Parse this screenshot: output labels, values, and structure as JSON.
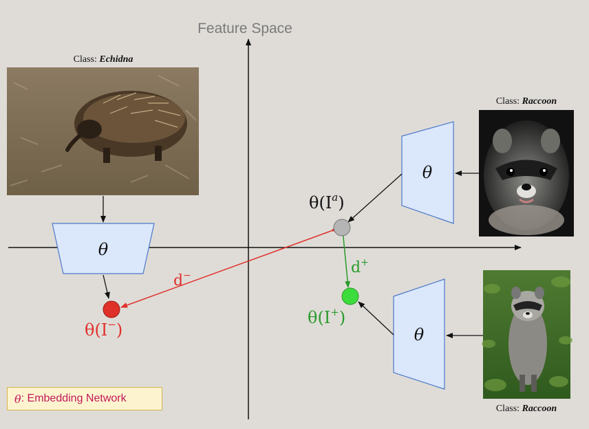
{
  "title": "Feature Space",
  "echidna": {
    "class_prefix": "Class: ",
    "class_name": "Echidna"
  },
  "raccoon_top": {
    "class_prefix": "Class: ",
    "class_name": "Raccoon"
  },
  "raccoon_bottom": {
    "class_prefix": "Class: ",
    "class_name": "Raccoon"
  },
  "network_symbol": "θ",
  "embeddings": {
    "anchor": "θ(I",
    "anchor_sup": "a",
    "positive": "θ(I",
    "positive_sup": "+",
    "negative": "θ(I",
    "negative_sup": "−",
    "close_paren": ")"
  },
  "distances": {
    "negative": "d",
    "negative_sup": "−",
    "positive": "d",
    "positive_sup": "+"
  },
  "legend": {
    "symbol": "θ",
    "text": ": Embedding Network"
  },
  "colors": {
    "background": "#dfdcd8",
    "trapezoid_fill": "#dbe7fb",
    "trapezoid_stroke": "#4a78c8",
    "negative": "#e0302a",
    "positive": "#2a9a2a",
    "anchor": "#b5b5b5"
  }
}
